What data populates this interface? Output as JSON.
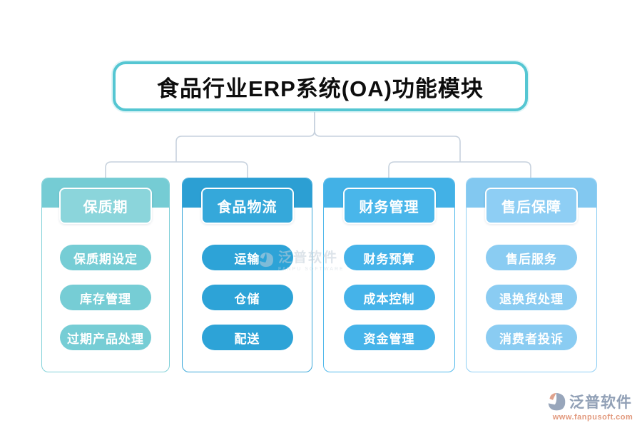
{
  "title": "食品行业ERP系统(OA)功能模块",
  "title_border_color": "#55c6d2",
  "connector_color": "#c6d1dd",
  "columns": [
    {
      "header": "保质期",
      "items": [
        "保质期设定",
        "库存管理",
        "过期产品处理"
      ],
      "colors": {
        "band": "#75ccd4",
        "header": "#8bd5db",
        "pill": "#76cdd5",
        "border": "#82d1d8"
      }
    },
    {
      "header": "食品物流",
      "items": [
        "运输",
        "仓储",
        "配送"
      ],
      "colors": {
        "band": "#2c9fd3",
        "header": "#35a8da",
        "pill": "#2da3d7",
        "border": "#3ba7d9"
      }
    },
    {
      "header": "财务管理",
      "items": [
        "财务预算",
        "成本控制",
        "资金管理"
      ],
      "colors": {
        "band": "#42b1e6",
        "header": "#49b6ea",
        "pill": "#45b3e9",
        "border": "#52b9eb"
      }
    },
    {
      "header": "售后保障",
      "items": [
        "售后服务",
        "退换货处理",
        "消费者投诉"
      ],
      "colors": {
        "band": "#82c8f0",
        "header": "#8ecef4",
        "pill": "#8accf2",
        "border": "#90cff4"
      }
    }
  ],
  "watermark": {
    "text": "泛普软件",
    "subtext": "FANPU SOFTWARE"
  },
  "footer_logo": {
    "brand": "泛普软件",
    "url": "www.fanpusoft.com",
    "brand_color": "#91a0b6",
    "url_color": "#e2997d",
    "icon_gray": "#98a6bb",
    "icon_orange": "#dfa28d"
  }
}
